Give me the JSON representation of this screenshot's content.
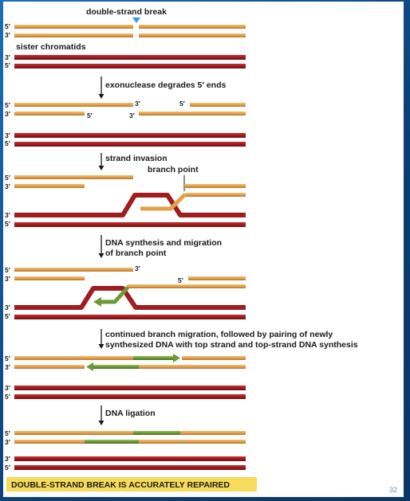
{
  "colors": {
    "tan": "#e1a04a",
    "tan_dark": "#b7752b",
    "red": "#a01c1e",
    "red_dark": "#6e1012",
    "green": "#6e9a35",
    "green_dark": "#4a6b20",
    "break_marker": "#2b9be0",
    "conclusion_bg": "#f6dc5a"
  },
  "labels": {
    "break": "double-strand break",
    "sister": "sister chromatids",
    "step1": "exonuclease degrades 5′ ends",
    "step2": "strand invasion",
    "branch": "branch point",
    "step3_line1": "DNA synthesis and migration",
    "step3_line2": "of branch point",
    "step4_line1": "continued branch migration, followed by pairing of newly",
    "step4_line2": "synthesized DNA with top strand and top-strand DNA synthesis",
    "step5": "DNA ligation",
    "conclusion": "DOUBLE-STRAND BREAK IS ACCURATELY REPAIRED",
    "page_number": "32"
  },
  "ends": {
    "five": "5′",
    "three": "3′"
  }
}
